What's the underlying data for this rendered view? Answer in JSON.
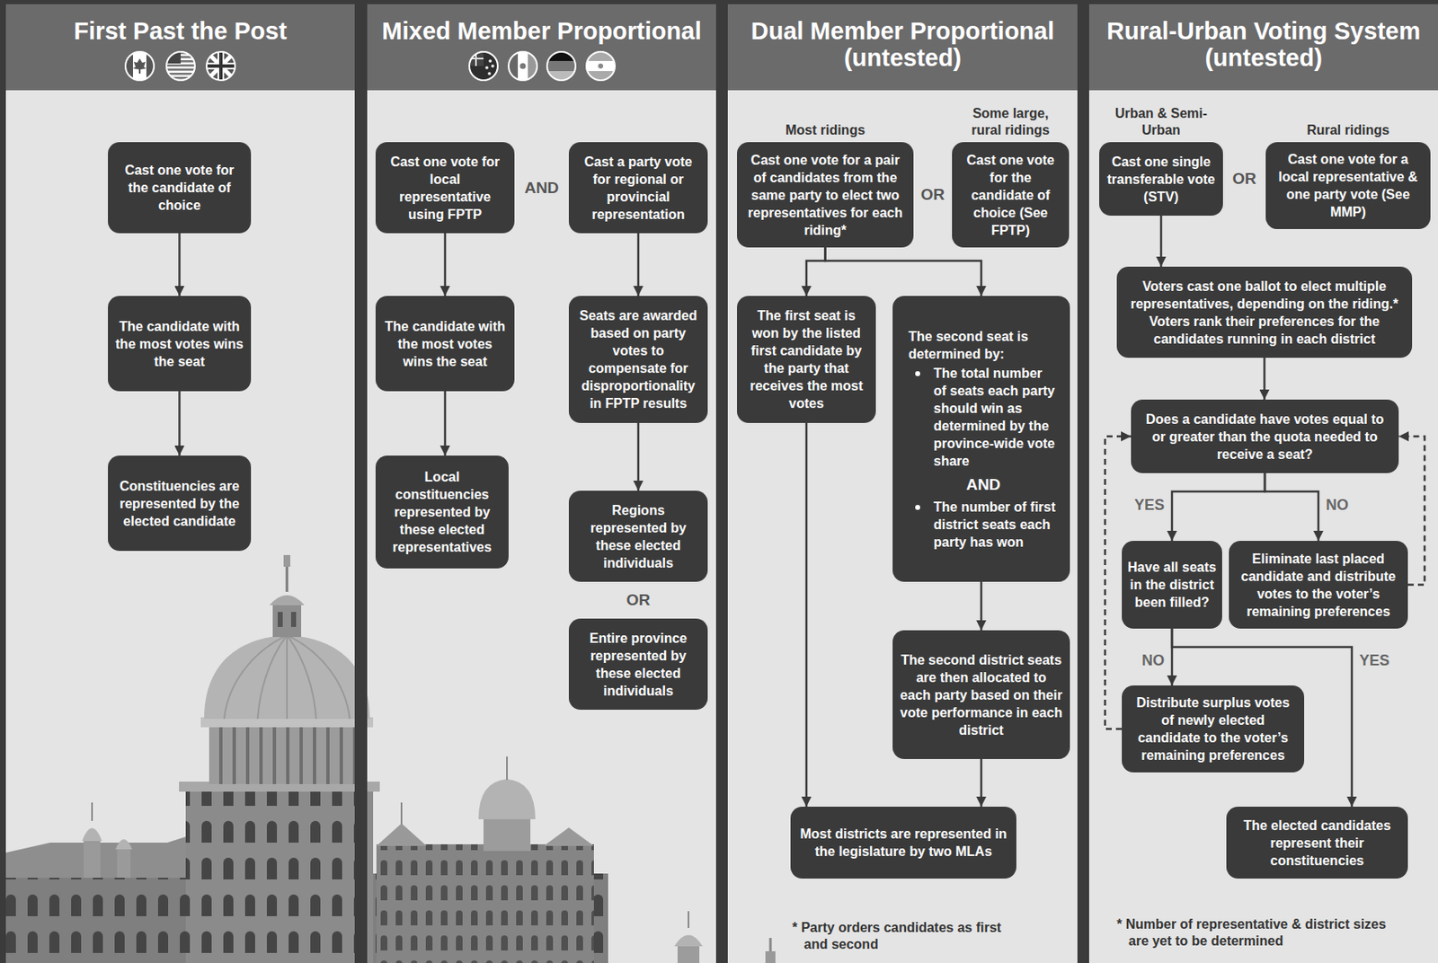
{
  "diagram": {
    "nodes": [
      {
        "text": [
          "First Past the Post"
        ]
      },
      {
        "text": [
          "Cast one vote for the candidate of choice"
        ],
        "in": 0
      },
      {
        "text": [
          "The candidate with the most votes wins the seat"
        ],
        "in": 0
      },
      {
        "text": [
          "Constituencies are represented by the elected candidate"
        ],
        "in": 0
      },
      {
        "text": [
          "Mixed Member Proportional"
        ]
      },
      {
        "text": [
          "Cast one vote for local representative using FPTP"
        ],
        "in": 4
      },
      {
        "text": [
          "Cast a party vote for regional or provincial representation"
        ],
        "in": 4
      },
      {
        "text": [
          "The candidate with the most votes wins the seat"
        ],
        "in": 4
      },
      {
        "text": [
          "Seats are awarded based on party votes to compensate for disproportionality in FPTP results"
        ],
        "in": 4
      },
      {
        "text": [
          "Local constituencies represented by these elected representatives"
        ],
        "in": 4
      },
      {
        "text": [
          "Regions represented by these elected individuals"
        ],
        "in": 4
      },
      {
        "text": [
          "Entire province represented by these elected individuals"
        ],
        "in": 4
      },
      {
        "text": [
          "Dual Member Proportional",
          "(untested)"
        ]
      },
      {
        "text": [
          "Most ridings",
          "Cast one vote for a pair of candidates from the same party to elect two representatives for each riding*"
        ],
        "in": 12
      },
      {
        "text": [
          "Some large, rural ridings",
          "Cast one vote for the candidate of choice (See FPTP)"
        ],
        "in": 12
      },
      {
        "text": [
          "The first seat is won by the listed first candidate by the party that receives the most votes"
        ],
        "in": 12
      },
      {
        "text": [
          "The second seat is determined by:",
          "The total number of seats each party should win as determined by the province-wide vote share",
          "AND",
          "The number of first district seats each party has won"
        ],
        "in": 12
      },
      {
        "text": [
          "The second district seats are then allocated to each party based on their vote performance in each district"
        ],
        "in": 12
      },
      {
        "text": [
          "Most districts are represented in the legislature by two MLAs"
        ],
        "in": 12
      },
      {
        "text": [
          "Rural-Urban Voting System",
          "(untested)"
        ]
      },
      {
        "text": [
          "Urban & Semi-Urban",
          "Cast one single transferable vote (STV)"
        ],
        "in": 19
      },
      {
        "text": [
          "Rural ridings",
          "Cast one vote for a local representative & one party vote (See MMP)"
        ],
        "in": 19
      },
      {
        "text": [
          "Voters cast one ballot to elect multiple representatives, depending on the riding.* Voters rank their preferences for the candidates running in each district"
        ],
        "in": 19
      },
      {
        "text": [
          "Does a candidate have votes equal to or greater than the quota needed to receive a seat?"
        ],
        "in": 19
      },
      {
        "text": [
          "Have all seats in the district been filled?"
        ],
        "in": 19
      },
      {
        "text": [
          "Eliminate last placed candidate and distribute votes to the voter’s remaining preferences"
        ],
        "in": 19
      },
      {
        "text": [
          "Distribute surplus votes of newly elected candidate to the voter’s remaining preferences"
        ],
        "in": 19
      },
      {
        "text": [
          "The elected candidates represent their constituencies"
        ],
        "in": 19
      }
    ],
    "edges": [
      {
        "from": 1,
        "to": 2,
        "arrow": "to"
      },
      {
        "from": 2,
        "to": 3,
        "arrow": "to"
      },
      {
        "from": 5,
        "to": 7,
        "arrow": "to"
      },
      {
        "from": 7,
        "to": 9,
        "arrow": "to"
      },
      {
        "from": 6,
        "to": 8,
        "arrow": "to"
      },
      {
        "from": 8,
        "to": 10,
        "arrow": "to"
      },
      {
        "from": 13,
        "to": 15,
        "arrow": "to"
      },
      {
        "from": 13,
        "to": 16,
        "arrow": "to"
      },
      {
        "from": 15,
        "to": 18,
        "arrow": "to"
      },
      {
        "from": 16,
        "to": 17,
        "arrow": "to"
      },
      {
        "from": 17,
        "to": 18,
        "arrow": "to"
      },
      {
        "from": 20,
        "to": 22,
        "arrow": "to"
      },
      {
        "from": 22,
        "to": 23,
        "arrow": "to"
      },
      {
        "from": 23,
        "to": 24,
        "label": "YES",
        "arrow": "to"
      },
      {
        "from": 23,
        "to": 25,
        "label": "NO",
        "arrow": "to"
      },
      {
        "from": 24,
        "to": 26,
        "label": "NO",
        "arrow": "to"
      },
      {
        "from": 24,
        "to": 27,
        "label": "YES",
        "arrow": "to"
      },
      {
        "from": 25,
        "to": 23,
        "arrow": "to"
      },
      {
        "from": 26,
        "to": 23,
        "arrow": "to"
      }
    ],
    "labels": [
      "AND",
      "OR",
      "OR",
      "OR",
      "* Party orders candidates as first and second",
      "* Number of representative & district sizes are yet to be determined"
    ]
  }
}
